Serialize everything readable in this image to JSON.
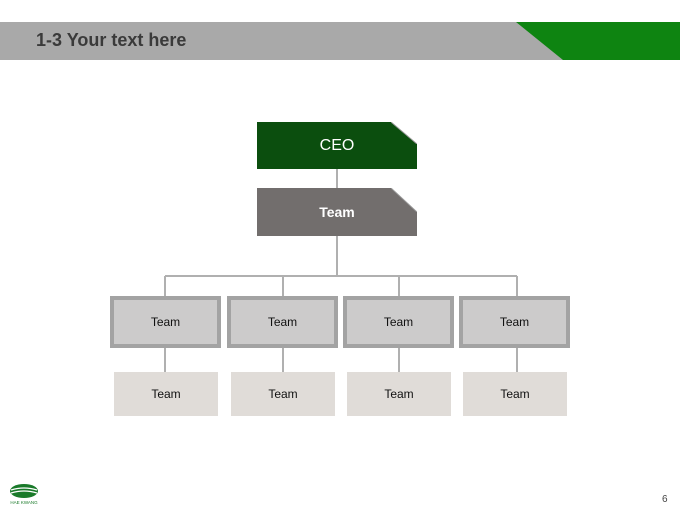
{
  "slide": {
    "title": "1-3 Your text here",
    "page_number": "6"
  },
  "colors": {
    "banner_gray": "#a9a9a9",
    "banner_green": "#0e8411",
    "ceo_fill": "#0b4e0e",
    "team_fill": "#726e6d",
    "sub_fill": "#cccbcb",
    "sub_border": "#a3a3a3",
    "leaf_fill": "#e0dcd8",
    "connector": "#b0b0b0"
  },
  "org_chart": {
    "root": "CEO",
    "level1": "Team",
    "level2": [
      "Team",
      "Team",
      "Team",
      "Team"
    ],
    "level3": [
      "Team",
      "Team",
      "Team",
      "Team"
    ]
  },
  "logo": {
    "icon": "company-logo-icon",
    "text": "HAE KWANG"
  }
}
